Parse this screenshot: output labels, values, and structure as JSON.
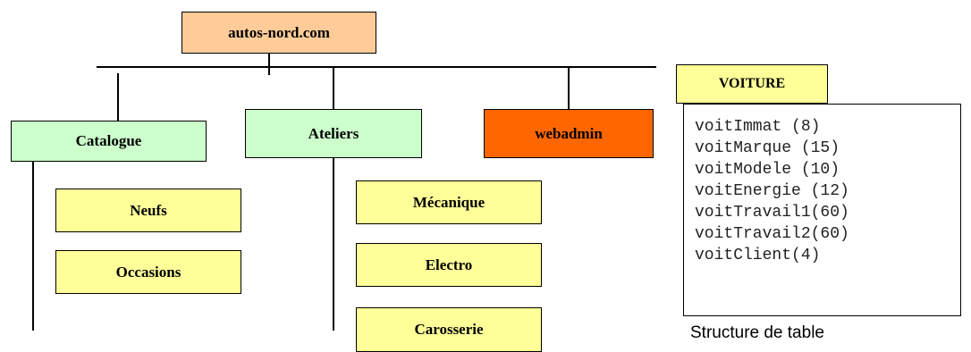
{
  "colors": {
    "root_fill": "#FFCC99",
    "section_fill": "#CCFFCC",
    "admin_fill": "#FF6600",
    "sub_fill": "#FFFF99",
    "table_header_fill": "#FFFF99"
  },
  "tree": {
    "root": "autos-nord.com",
    "sections": [
      "Catalogue",
      "Ateliers",
      "webadmin"
    ],
    "catalogue_children": [
      "Neufs",
      "Occasions"
    ],
    "ateliers_children": [
      "Mécanique",
      "Electro",
      "Carosserie"
    ]
  },
  "table": {
    "name": "VOITURE",
    "fields": [
      "voitImmat (8)",
      "voitMarque (15)",
      "voitModele (10)",
      "voitEnergie (12)",
      "voitTravail1(60)",
      "voitTravail2(60)",
      "voitClient(4)"
    ],
    "caption": "Structure de table"
  }
}
